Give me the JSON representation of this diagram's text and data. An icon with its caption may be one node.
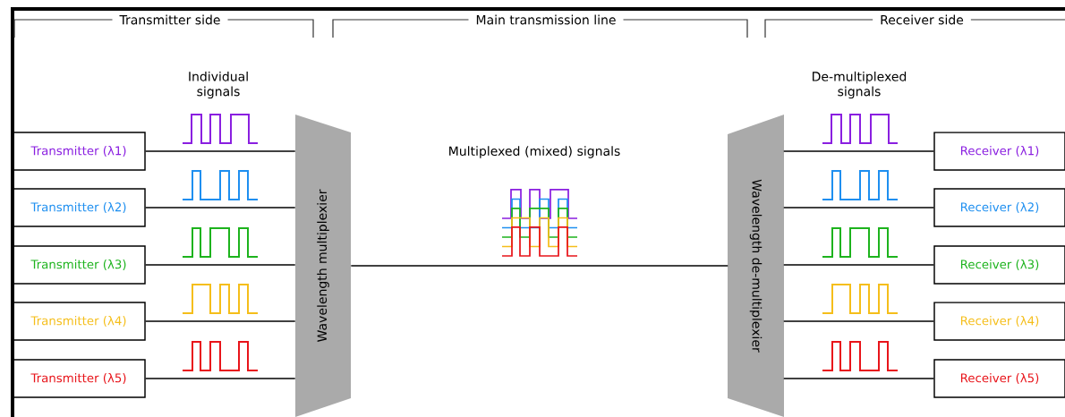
{
  "diagram": {
    "nodes": [
      {
        "text": [
          "Transmitter (λ1)"
        ]
      },
      {
        "text": [
          "Transmitter (λ2)"
        ]
      },
      {
        "text": [
          "Transmitter (λ3)"
        ]
      },
      {
        "text": [
          "Transmitter (λ4)"
        ]
      },
      {
        "text": [
          "Transmitter (λ5)"
        ]
      },
      {
        "text": [
          "Wavelength multiplexier"
        ]
      },
      {
        "text": [
          "Wavelength de-multiplexier"
        ]
      },
      {
        "text": [
          "Receiver (λ1)"
        ]
      },
      {
        "text": [
          "Receiver (λ2)"
        ]
      },
      {
        "text": [
          "Receiver (λ3)"
        ]
      },
      {
        "text": [
          "Receiver (λ4)"
        ]
      },
      {
        "text": [
          "Receiver (λ5)"
        ]
      }
    ],
    "edges": [
      {
        "from": 0,
        "to": 5,
        "arrow": "none"
      },
      {
        "from": 1,
        "to": 5,
        "arrow": "none"
      },
      {
        "from": 2,
        "to": 5,
        "arrow": "none"
      },
      {
        "from": 3,
        "to": 5,
        "arrow": "none"
      },
      {
        "from": 4,
        "to": 5,
        "arrow": "none"
      },
      {
        "from": 5,
        "to": 6,
        "arrow": "none"
      },
      {
        "from": 6,
        "to": 7,
        "arrow": "none"
      },
      {
        "from": 6,
        "to": 8,
        "arrow": "none"
      },
      {
        "from": 6,
        "to": 9,
        "arrow": "none"
      },
      {
        "from": 6,
        "to": 10,
        "arrow": "none"
      },
      {
        "from": 6,
        "to": 11,
        "arrow": "none"
      }
    ],
    "labels": [
      "Transmitter side",
      "Main transmission line",
      "Receiver side",
      "Individual signals",
      "Multiplexed (mixed) signals",
      "De-multiplexed signals"
    ]
  }
}
